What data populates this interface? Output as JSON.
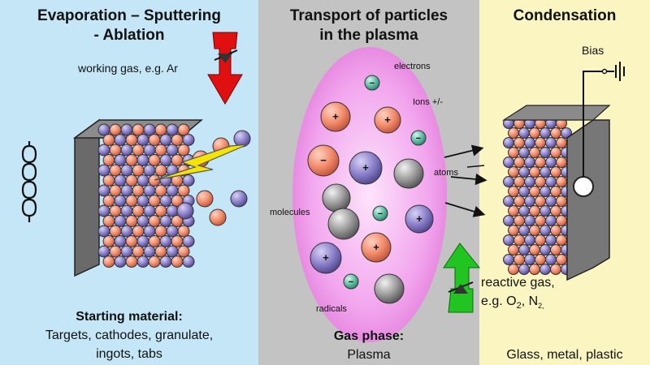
{
  "left": {
    "heading_line1": "Evaporation – Sputtering",
    "heading_line2": "- Ablation",
    "working_gas": "working gas, e.g. Ar",
    "material_title": "Starting material:",
    "material_line1": "Targets, cathodes, granulate,",
    "material_line2": "ingots, tabs"
  },
  "middle": {
    "heading_line1": "Transport of particles",
    "heading_line2": "in the plasma",
    "label_electrons": "electrons",
    "label_ions": "Ions +/-",
    "label_atoms": "atoms",
    "label_molecules": "molecules",
    "label_radicals": "radicals",
    "phase_title": "Gas phase:",
    "phase_value": "Plasma"
  },
  "right": {
    "heading": "Condensation",
    "bias": "Bias",
    "reactive_gas_line1": "reactive gas,",
    "reactive_gas_line2": "e.g. O",
    "reactive_gas_sub": "2",
    "reactive_gas_rest": ", N",
    "reactive_gas_tail": "2,",
    "substrates": "Glass, metal, plastic"
  },
  "colors": {
    "left_bg": "#c4e6f6",
    "middle_bg": "#c3c3c3",
    "right_bg": "#fbf5c2",
    "plasma": "#f2a6ee",
    "orange_particle": "#f28b6c",
    "purple_particle": "#8a7fc9",
    "grey_particle": "#9a9a9a",
    "teal_particle": "#5fbfa4",
    "ar_arrow": "#e01010",
    "reactive_arrow": "#22c422",
    "lightning": "#f5e400"
  }
}
